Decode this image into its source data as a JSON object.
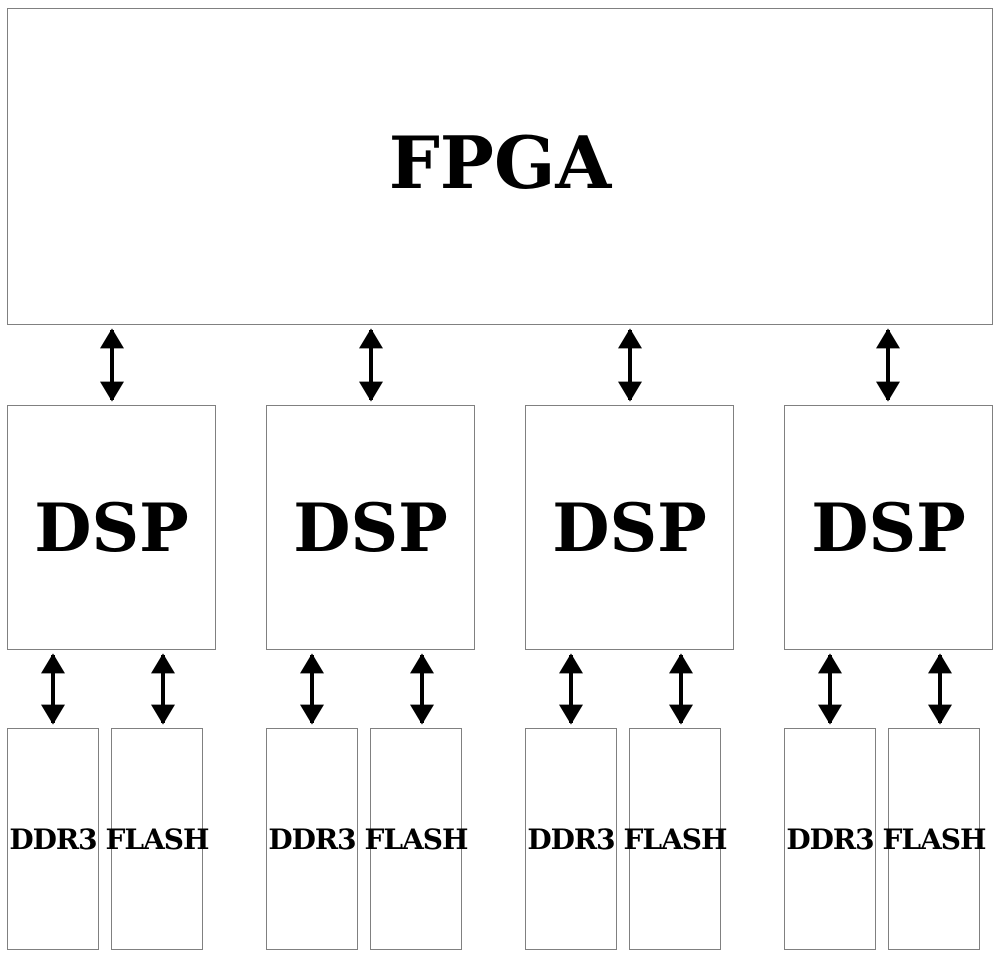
{
  "fpga": {
    "label": "FPGA"
  },
  "dsp_units": [
    {
      "label": "DSP",
      "ddr_label": "DDR3",
      "flash_label": "FLASH"
    },
    {
      "label": "DSP",
      "ddr_label": "DDR3",
      "flash_label": "FLASH"
    },
    {
      "label": "DSP",
      "ddr_label": "DDR3",
      "flash_label": "FLASH"
    },
    {
      "label": "DSP",
      "ddr_label": "DDR3",
      "flash_label": "FLASH"
    }
  ],
  "colors": {
    "box_border": "#808080",
    "arrow": "#000000",
    "text": "#000000"
  }
}
